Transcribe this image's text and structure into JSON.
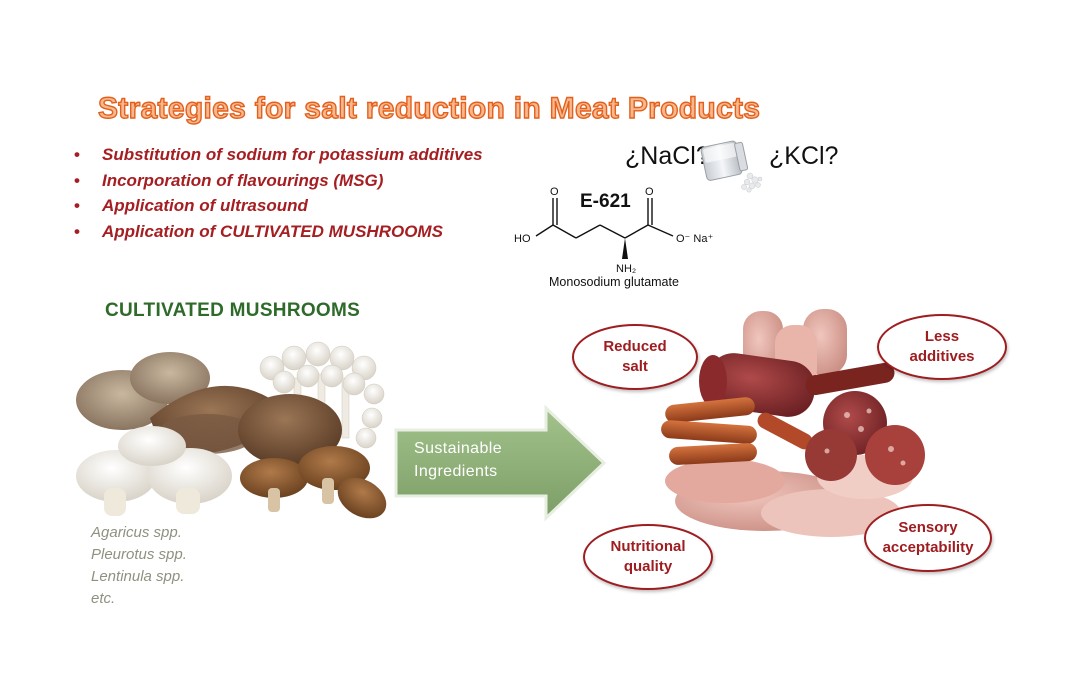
{
  "title": "Strategies for salt reduction in Meat Products",
  "strategies": [
    "Substitution of sodium for potassium additives",
    "Incorporation of flavourings (MSG)",
    "Application of ultrasound",
    "Application of CULTIVATED MUSHROOMS"
  ],
  "salt_question": {
    "nacl": "¿NaCl?",
    "kcl": "¿KCl?"
  },
  "molecule": {
    "code": "E-621",
    "name": "Monosodium glutamate",
    "labels": {
      "ho": "HO",
      "o1": "O",
      "o2": "O",
      "ona": "O⁻ Na⁺",
      "nh2": "NH₂"
    }
  },
  "mushrooms": {
    "title": "CULTIVATED MUSHROOMS",
    "species": [
      "Agaricus spp.",
      "Pleurotus spp.",
      "Lentinula spp.",
      "etc."
    ]
  },
  "arrow_label": "Sustainable Ingredients",
  "benefits": [
    {
      "label": "Reduced\nsalt"
    },
    {
      "label": "Less\nadditives"
    },
    {
      "label": "Nutritional\nquality"
    },
    {
      "label": "Sensory\nacceptability"
    }
  ],
  "colors": {
    "title_fill": "#f6b98f",
    "title_stroke": "#e4601c",
    "bullet_text": "#a51e22",
    "mushroom_title": "#2e6b2a",
    "species_text": "#8d9280",
    "arrow_fill": "#8caf76",
    "benefit_border": "#9e1d20"
  }
}
